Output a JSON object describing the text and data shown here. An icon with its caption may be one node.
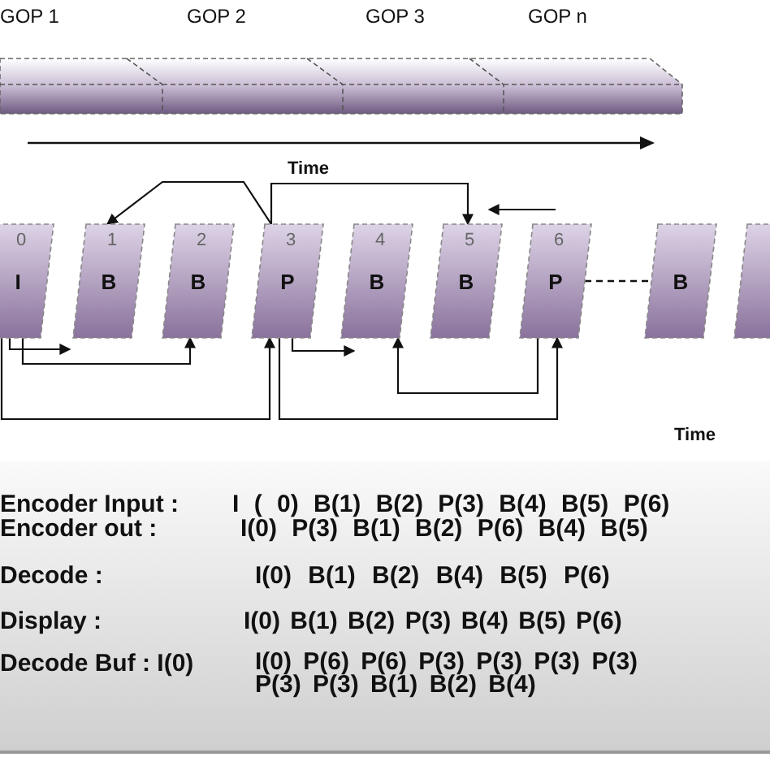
{
  "diagram": {
    "nodes": [
      {
        "text": [
          "0",
          "I"
        ]
      },
      {
        "text": [
          "1",
          "B"
        ]
      },
      {
        "text": [
          "2",
          "B"
        ]
      },
      {
        "text": [
          "3",
          "P"
        ]
      },
      {
        "text": [
          "4",
          "B"
        ]
      },
      {
        "text": [
          "5",
          "B"
        ]
      },
      {
        "text": [
          "6",
          "P"
        ]
      },
      {
        "text": [
          "B"
        ]
      },
      {
        "text": [],
        "shape": "box"
      }
    ],
    "edges": [
      {
        "from": 3,
        "to": 1,
        "arrow": "to"
      },
      {
        "from": 3,
        "to": 5,
        "arrow": "to"
      },
      {
        "from": 6,
        "to": 5,
        "arrow": "to"
      },
      {
        "from": 0,
        "to": 1,
        "arrow": "to"
      },
      {
        "from": 0,
        "to": 2,
        "arrow": "to"
      },
      {
        "from": 0,
        "to": 3,
        "arrow": "to"
      },
      {
        "from": 3,
        "to": 4,
        "arrow": "to"
      },
      {
        "from": 6,
        "to": 4,
        "arrow": "to"
      },
      {
        "from": 3,
        "to": 6,
        "arrow": "to"
      },
      {
        "from": 6,
        "to": 7,
        "arrow": "none",
        "style": "dashed"
      }
    ],
    "labels": [
      "GOP 1",
      "GOP 2",
      "GOP 3",
      "GOP n",
      "Time",
      "Time",
      "Encoder Input :",
      "I ( 0) B(1) B(2) P(3) B(4) B(5) P(6)",
      "Encoder out :",
      "I(0) P(3) B(1) B(2) P(6) B(4) B(5)",
      "Decode :",
      "I(0) B(1) B(2) B(4) B(5) P(6)",
      "Display :",
      "I(0) B(1) B(2) P(3) B(4) B(5) P(6)",
      "Decode Buf : I(0)",
      "I(0) P(6) P(6) P(3) P(3) P(3) P(3) P(3) P(3) B(1) B(2) B(4)"
    ]
  }
}
